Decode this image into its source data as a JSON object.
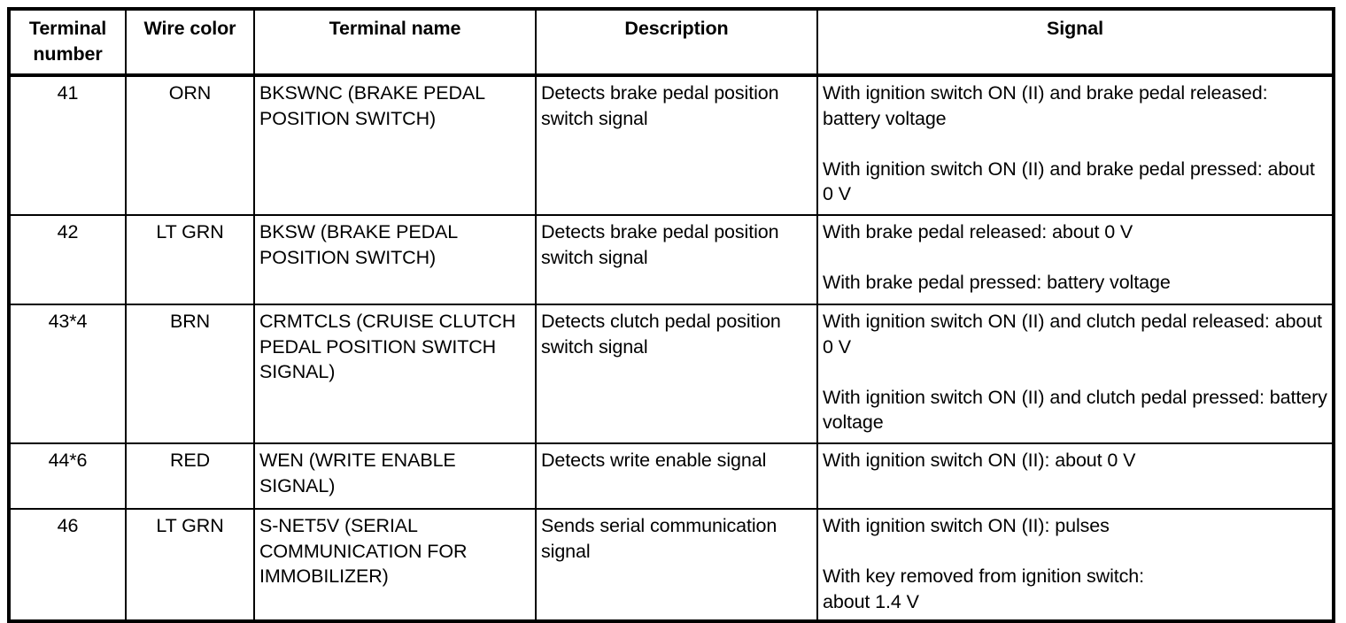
{
  "table": {
    "name": "ecm-pcm-terminal-signal-table",
    "columns": [
      {
        "key": "terminal_number",
        "label": "Terminal\nnumber"
      },
      {
        "key": "wire_color",
        "label": "Wire color"
      },
      {
        "key": "terminal_name",
        "label": "Terminal name"
      },
      {
        "key": "description",
        "label": "Description"
      },
      {
        "key": "signal",
        "label": "Signal"
      }
    ],
    "header": {
      "terminal_number_line1": "Terminal",
      "terminal_number_line2": "number",
      "wire_color": "Wire color",
      "terminal_name": "Terminal name",
      "description": "Description",
      "signal": "Signal"
    },
    "rows": [
      {
        "terminal_number": "41",
        "wire_color": "ORN",
        "terminal_name": "BKSWNC (BRAKE PEDAL POSITION SWITCH)",
        "description": "Detects brake pedal position switch signal",
        "signal_blocks": [
          "With ignition switch ON (II) and brake pedal released: battery voltage",
          "With ignition switch ON (II) and brake pedal pressed: about 0 V"
        ]
      },
      {
        "terminal_number": "42",
        "wire_color": "LT GRN",
        "terminal_name": "BKSW (BRAKE PEDAL POSITION SWITCH)",
        "description": "Detects brake pedal position switch signal",
        "signal_blocks": [
          "With brake pedal released: about 0 V",
          "With brake pedal pressed: battery voltage"
        ]
      },
      {
        "terminal_number": "43*4",
        "wire_color": "BRN",
        "terminal_name": "CRMTCLS (CRUISE CLUTCH PEDAL POSITION SWITCH SIGNAL)",
        "description": "Detects clutch pedal position switch signal",
        "signal_blocks": [
          "With ignition switch ON (II) and clutch pedal released: about 0 V",
          "With ignition switch ON (II) and clutch pedal pressed: battery voltage"
        ]
      },
      {
        "terminal_number": "44*6",
        "wire_color": "RED",
        "terminal_name": "WEN (WRITE ENABLE SIGNAL)",
        "description": "Detects write enable signal",
        "signal_blocks": [
          "With ignition switch ON (II): about 0 V"
        ]
      },
      {
        "terminal_number": "46",
        "wire_color": "LT GRN",
        "terminal_name": "S-NET5V (SERIAL COMMUNICATION FOR IMMOBILIZER)",
        "description": "Sends serial communication signal",
        "signal_blocks": [
          "With ignition switch ON (II): pulses",
          "With key removed from ignition switch:\nabout 1.4 V"
        ]
      }
    ]
  },
  "colors": {
    "border": "#000000",
    "text": "#000000",
    "background": "#ffffff"
  }
}
